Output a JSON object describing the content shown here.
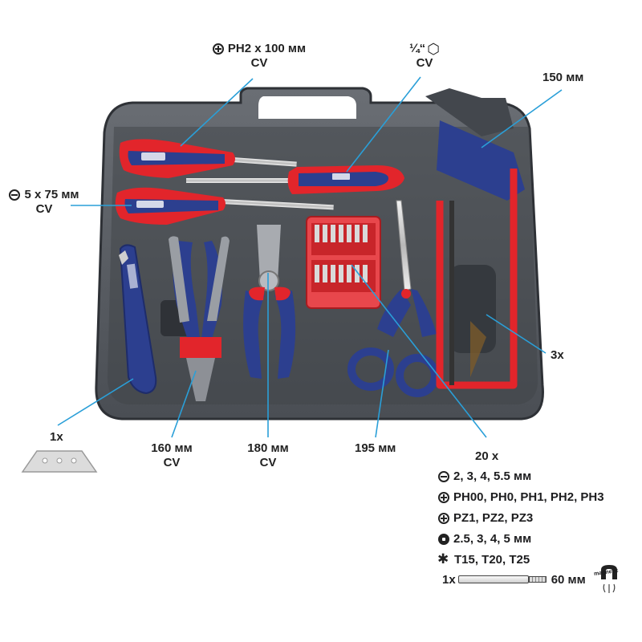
{
  "labels": {
    "ph2_screwdriver": {
      "size": "PH2 x 100 мм",
      "material": "CV",
      "symbol": "phillips-icon"
    },
    "hex_holder": {
      "size": "¼“",
      "material": "CV",
      "symbol": "hexagon-icon"
    },
    "hacksaw": {
      "size": "150 мм"
    },
    "slotted_screwdriver": {
      "size": "5 x 75 мм",
      "material": "CV",
      "symbol": "slotted-icon"
    },
    "saw_blades": {
      "count": "3x"
    },
    "blade": {
      "count": "1x"
    },
    "pliers_160": {
      "size": "160 мм",
      "material": "CV"
    },
    "pliers_180": {
      "size": "180 мм",
      "material": "CV"
    },
    "scissors": {
      "size": "195 мм"
    },
    "bits": {
      "count": "20 x",
      "rows": [
        {
          "icon": "slotted-icon",
          "text": "2, 3, 4, 5.5 мм"
        },
        {
          "icon": "phillips-icon",
          "text": "PH00, PH0, PH1, PH2, PH3"
        },
        {
          "icon": "pozidriv-icon",
          "text": "PZ1, PZ2, PZ3"
        },
        {
          "icon": "hex-socket-icon",
          "text": "2.5, 3, 4, 5 мм"
        },
        {
          "icon": "torx-icon",
          "text": "T15, T20, T25"
        }
      ]
    },
    "bit_holder": {
      "count": "1x",
      "length": "60 мм",
      "magnet_text": "magnetic",
      "magnet_icon": "magnet-icon"
    }
  },
  "colors": {
    "case": "#55595f",
    "case_dark": "#3a3d42",
    "handle_blue": "#2c3f8f",
    "handle_red": "#e0252b",
    "leader": "#2a9fd8",
    "text": "#222222"
  }
}
